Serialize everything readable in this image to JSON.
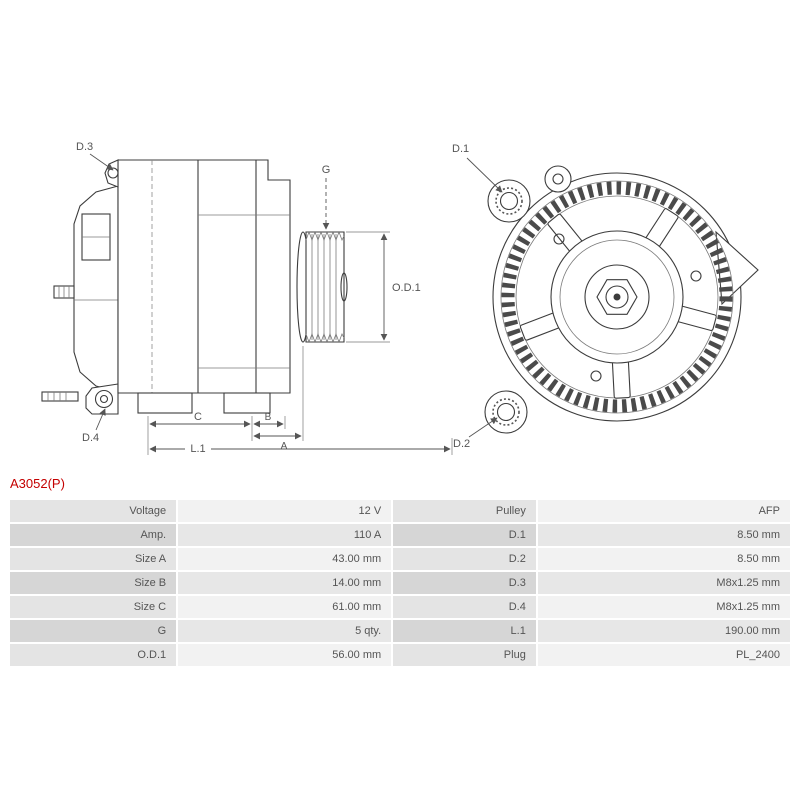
{
  "part": {
    "number": "A3052(P)"
  },
  "colors": {
    "part_number": "#c40000",
    "line": "#3c3c3c",
    "table_label_bg": "#dcdcdc",
    "table_value_bg": "#ededed"
  },
  "drawing": {
    "labels": {
      "d3": "D.3",
      "d4": "D.4",
      "g": "G",
      "od1": "O.D.1",
      "a": "A",
      "b": "B",
      "c": "C",
      "l1": "L.1",
      "d1": "D.1",
      "d2": "D.2"
    }
  },
  "table": {
    "rows": [
      {
        "l1": "Voltage",
        "v1": "12 V",
        "l2": "Pulley",
        "v2": "AFP"
      },
      {
        "l1": "Amp.",
        "v1": "110 A",
        "l2": "D.1",
        "v2": "8.50 mm"
      },
      {
        "l1": "Size A",
        "v1": "43.00 mm",
        "l2": "D.2",
        "v2": "8.50 mm"
      },
      {
        "l1": "Size B",
        "v1": "14.00 mm",
        "l2": "D.3",
        "v2": "M8x1.25 mm"
      },
      {
        "l1": "Size C",
        "v1": "61.00 mm",
        "l2": "D.4",
        "v2": "M8x1.25 mm"
      },
      {
        "l1": "G",
        "v1": "5 qty.",
        "l2": "L.1",
        "v2": "190.00 mm"
      },
      {
        "l1": "O.D.1",
        "v1": "56.00 mm",
        "l2": "Plug",
        "v2": "PL_2400"
      }
    ]
  }
}
